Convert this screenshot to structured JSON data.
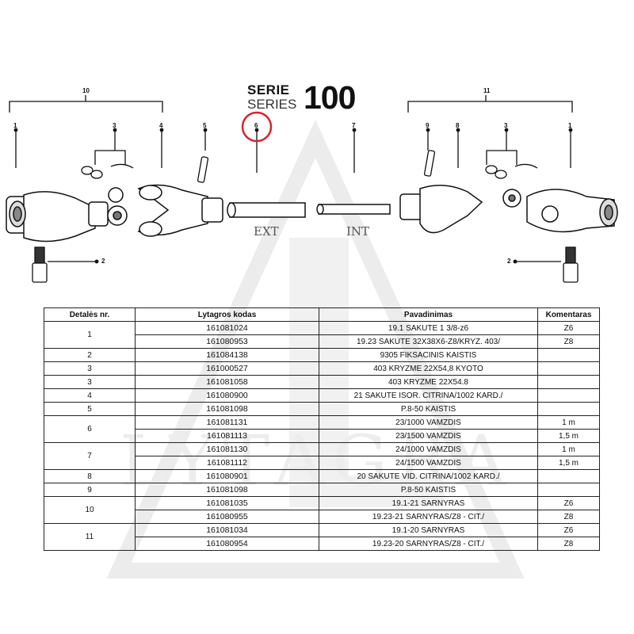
{
  "header": {
    "serie": "SERIE",
    "series": "SERIES",
    "number": "100"
  },
  "diagram": {
    "ext_label": "EXT",
    "int_label": "INT",
    "callouts": [
      "10",
      "11",
      "1",
      "3",
      "4",
      "5",
      "6",
      "7",
      "9",
      "8",
      "3",
      "1",
      "2",
      "2"
    ]
  },
  "watermark": {
    "text": "LYTAGRA"
  },
  "table": {
    "headers": [
      "Detalės nr.",
      "Lytagros kodas",
      "Pavadinimas",
      "Komentaras"
    ],
    "groups": [
      {
        "nr": "1",
        "rows": [
          {
            "code": "161081024",
            "name": "19.1 SAKUTE 1 3/8-z6",
            "comment": "Z6"
          },
          {
            "code": "161080953",
            "name": "19.23 SAKUTE 32X38X6-Z8/KRYZ. 403/",
            "comment": "Z8"
          }
        ]
      },
      {
        "nr": "2",
        "rows": [
          {
            "code": "161084138",
            "name": "9305 FIKSACINIS KAISTIS",
            "comment": ""
          }
        ]
      },
      {
        "nr": "3",
        "rows": [
          {
            "code": "161000527",
            "name": "403 KRYZME 22X54,8 KYOTO",
            "comment": ""
          }
        ]
      },
      {
        "nr": "3",
        "rows": [
          {
            "code": "161081058",
            "name": "403 KRYZME 22X54.8",
            "comment": ""
          }
        ]
      },
      {
        "nr": "4",
        "rows": [
          {
            "code": "161080900",
            "name": "21 SAKUTE ISOR. CITRINA/1002 KARD./",
            "comment": ""
          }
        ]
      },
      {
        "nr": "5",
        "rows": [
          {
            "code": "161081098",
            "name": "P.8-50 KAISTIS",
            "comment": ""
          }
        ]
      },
      {
        "nr": "6",
        "rows": [
          {
            "code": "161081131",
            "name": "23/1000 VAMZDIS",
            "comment": "1 m"
          },
          {
            "code": "161081113",
            "name": "23/1500 VAMZDIS",
            "comment": "1,5 m"
          }
        ]
      },
      {
        "nr": "7",
        "rows": [
          {
            "code": "161081130",
            "name": "24/1000 VAMZDIS",
            "comment": "1 m"
          },
          {
            "code": "161081112",
            "name": "24/1500 VAMZDIS",
            "comment": "1,5 m"
          }
        ]
      },
      {
        "nr": "8",
        "rows": [
          {
            "code": "161080901",
            "name": "20 SAKUTE VID. CITRINA/1002 KARD./",
            "comment": ""
          }
        ]
      },
      {
        "nr": "9",
        "rows": [
          {
            "code": "161081098",
            "name": "P.8-50 KAISTIS",
            "comment": ""
          }
        ]
      },
      {
        "nr": "10",
        "rows": [
          {
            "code": "161081035",
            "name": "19.1-21 SARNYRAS",
            "comment": "Z6"
          },
          {
            "code": "161080955",
            "name": "19.23-21 SARNYRAS/Z8 - CIT./",
            "comment": "Z8"
          }
        ]
      },
      {
        "nr": "11",
        "rows": [
          {
            "code": "161081034",
            "name": "19.1-20 SARNYRAS",
            "comment": "Z6"
          },
          {
            "code": "161080954",
            "name": "19.23-20 SARNYRAS/Z8 - CIT./",
            "comment": "Z8"
          }
        ]
      }
    ]
  }
}
